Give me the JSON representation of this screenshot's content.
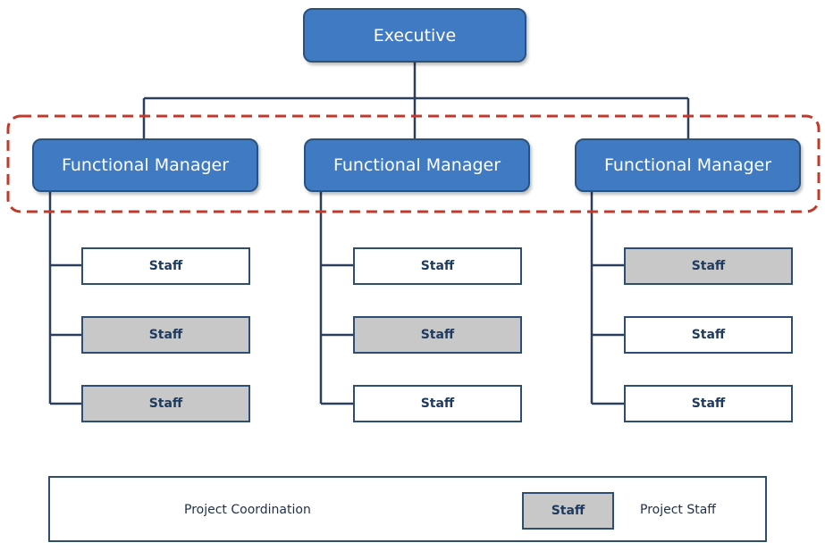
{
  "diagram": {
    "executive": {
      "label": "Executive"
    },
    "managers": [
      {
        "label": "Functional Manager",
        "staff": [
          {
            "label": "Staff",
            "project_staff": false
          },
          {
            "label": "Staff",
            "project_staff": true
          },
          {
            "label": "Staff",
            "project_staff": true
          }
        ]
      },
      {
        "label": "Functional Manager",
        "staff": [
          {
            "label": "Staff",
            "project_staff": false
          },
          {
            "label": "Staff",
            "project_staff": true
          },
          {
            "label": "Staff",
            "project_staff": false
          }
        ]
      },
      {
        "label": "Functional Manager",
        "staff": [
          {
            "label": "Staff",
            "project_staff": true
          },
          {
            "label": "Staff",
            "project_staff": false
          },
          {
            "label": "Staff",
            "project_staff": false
          }
        ]
      }
    ]
  },
  "legend": {
    "coordination_label": "Project Coordination",
    "staff_sample_label": "Staff",
    "project_staff_label": "Project Staff"
  },
  "colors": {
    "box_blue": "#3f7ac3",
    "box_border": "#2a527f",
    "dashed_red": "#c0392b",
    "project_staff_grey": "#c8c8c8",
    "line": "#2b3f5c"
  }
}
